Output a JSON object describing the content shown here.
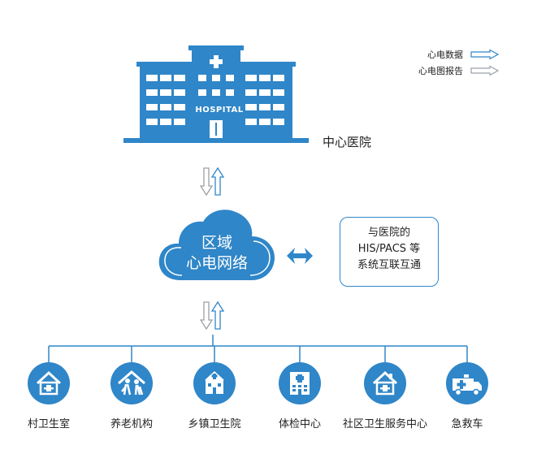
{
  "colors": {
    "brand": "#2f86c8",
    "line": "#9aa0a6",
    "text": "#222222"
  },
  "legend": {
    "ecg_data": "心电数据",
    "ecg_report": "心电图报告"
  },
  "hospital": {
    "sign": "HOSPITAL",
    "label": "中心医院",
    "icon": "hospital-building-icon"
  },
  "network": {
    "line1": "区域",
    "line2": "心电网络"
  },
  "interop": {
    "line1": "与医院的",
    "line2": "HIS/PACS 等",
    "line3": "系统互联互通"
  },
  "facilities": [
    {
      "label": "村卫生室",
      "icon": "village-clinic-icon"
    },
    {
      "label": "养老机构",
      "icon": "elderly-care-icon"
    },
    {
      "label": "乡镇卫生院",
      "icon": "township-hospital-icon"
    },
    {
      "label": "体检中心",
      "icon": "health-check-center-icon"
    },
    {
      "label": "社区卫生服务中心",
      "icon": "community-health-center-icon"
    },
    {
      "label": "急救车",
      "icon": "ambulance-icon"
    }
  ]
}
